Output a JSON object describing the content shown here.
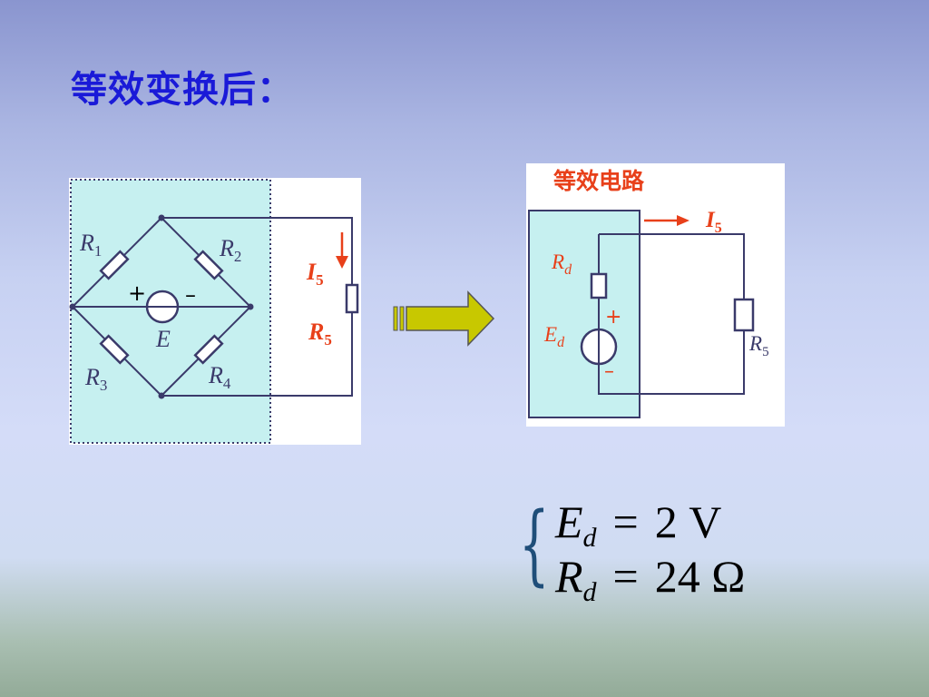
{
  "slide": {
    "title": "等效变换后："
  },
  "left_circuit": {
    "labels": {
      "R1": "R",
      "R1_sub": "1",
      "R2": "R",
      "R2_sub": "2",
      "R3": "R",
      "R3_sub": "3",
      "R4": "R",
      "R4_sub": "4",
      "E": "E",
      "plus": "+",
      "minus": "–",
      "I5": "I",
      "I5_sub": "5",
      "R5": "R",
      "R5_sub": "5"
    }
  },
  "right_circuit": {
    "header": "等效电路",
    "labels": {
      "I5": "I",
      "I5_sub": "5",
      "Rd": "R",
      "Rd_sub": "d",
      "Ed": "E",
      "Ed_sub": "d",
      "plus": "+",
      "minus": "–",
      "R5": "R",
      "R5_sub": "5"
    }
  },
  "equations": {
    "brace": "{",
    "eq1": {
      "var": "E",
      "sub": "d",
      "op": "=",
      "value": "2",
      "unit": "V"
    },
    "eq2": {
      "var": "R",
      "sub": "d",
      "op": "=",
      "value": "24",
      "unit": "Ω"
    }
  },
  "colors": {
    "title": "#1a1ad8",
    "wire": "#3a3a6a",
    "panel": "#c6f0f0",
    "label_red": "#e8401a",
    "arrow_fill": "#c8c800"
  }
}
